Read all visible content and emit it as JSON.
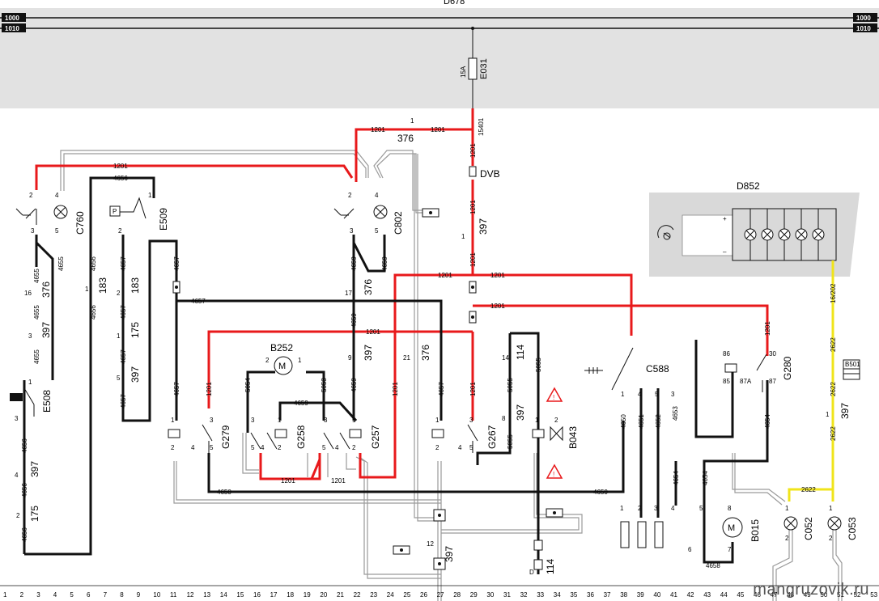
{
  "header": {
    "title": "D678",
    "bus_top": "1000",
    "bus_bottom": "1010"
  },
  "fuse": {
    "name": "E031",
    "rating": "15A",
    "wire_out": "15401"
  },
  "components": {
    "C760": "C760",
    "C802": "C802",
    "E509": "E509",
    "E508": "E508",
    "B252": "B252",
    "G258": "G258",
    "G257": "G257",
    "G279": "G279",
    "G267": "G267",
    "B043": "B043",
    "C588": "C588",
    "G280": "G280",
    "B015": "B015",
    "C052": "C052",
    "C053": "C053",
    "D852": "D852",
    "DVB": "DVB"
  },
  "wires": {
    "w1201": "1201",
    "w4656": "4656",
    "w4655": "4655",
    "w4657": "4657",
    "w4659": "4659",
    "w4650": "4650",
    "w4651": "4651",
    "w4652": "4652",
    "w4653": "4653",
    "w4654": "4654",
    "w4658": "4658",
    "w5054": "5054",
    "w5053": "5053",
    "w5055": "5055",
    "w2622": "2622",
    "w16202": "16/202"
  },
  "connectors": {
    "c376": "376",
    "c397": "397",
    "c183": "183",
    "c175": "175",
    "c114": "114",
    "b501": "B501"
  },
  "grid_numbers": [
    "1",
    "2",
    "3",
    "4",
    "5",
    "6",
    "7",
    "8",
    "9",
    "10",
    "11",
    "12",
    "13",
    "14",
    "15",
    "16",
    "17",
    "18",
    "19",
    "20",
    "21",
    "22",
    "23",
    "24",
    "25",
    "26",
    "27",
    "28",
    "29",
    "30",
    "31",
    "32",
    "33",
    "34",
    "35",
    "36",
    "37",
    "38",
    "39",
    "40",
    "41",
    "42",
    "43",
    "44",
    "45",
    "46",
    "47",
    "48",
    "49",
    "50",
    "51",
    "52",
    "53"
  ],
  "watermark": "mangruzovik.ru",
  "colors": {
    "red_wire": "#e8191b",
    "black_wire": "#111111",
    "yellow_wire": "#f0e41a",
    "grey_wire": "#9a9a9a",
    "bus_band": "#e2e2e2"
  }
}
